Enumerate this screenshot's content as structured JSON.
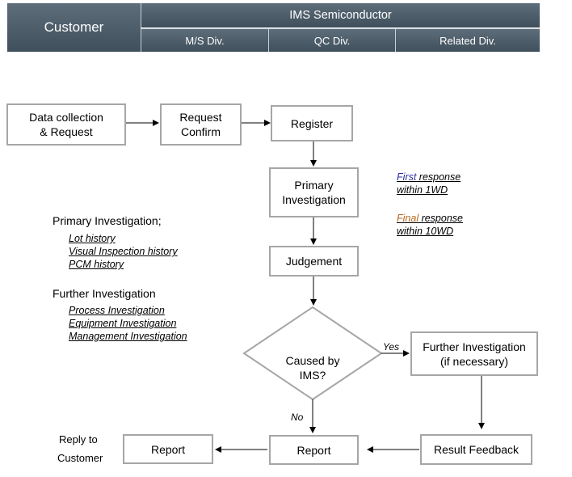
{
  "header": {
    "customer": "Customer",
    "company": "IMS Semiconductor",
    "divisions": [
      "M/S Div.",
      "QC Div.",
      "Related Div."
    ]
  },
  "flow": {
    "data_collection": "Data collection\n& Request",
    "request_confirm": "Request\nConfirm",
    "register": "Register",
    "primary_investigation": "Primary\nInvestigation",
    "judgement": "Judgement",
    "decision": "Caused by\nIMS?",
    "further_investigation": "Further Investigation\n(if necessary)",
    "result_feedback": "Result Feedback",
    "report_center": "Report",
    "report_left": "Report",
    "yes_label": "Yes",
    "no_label": "No"
  },
  "reply": {
    "line1": "Reply to",
    "line2": "Customer"
  },
  "notes": {
    "primary_title": "Primary Investigation;",
    "primary_items": [
      "Lot history",
      "Visual Inspection history",
      "PCM history"
    ],
    "further_title": "Further Investigation",
    "further_items": [
      "Process Investigation",
      "Equipment Investigation",
      "Management Investigation"
    ]
  },
  "response": {
    "first_word": "First",
    "first_rest": " response",
    "first_within": "within 1WD",
    "first_color": "#2b2f9b",
    "final_word": "Final",
    "final_rest": " response",
    "final_within": "within 10WD",
    "final_color": "#b4661f"
  }
}
